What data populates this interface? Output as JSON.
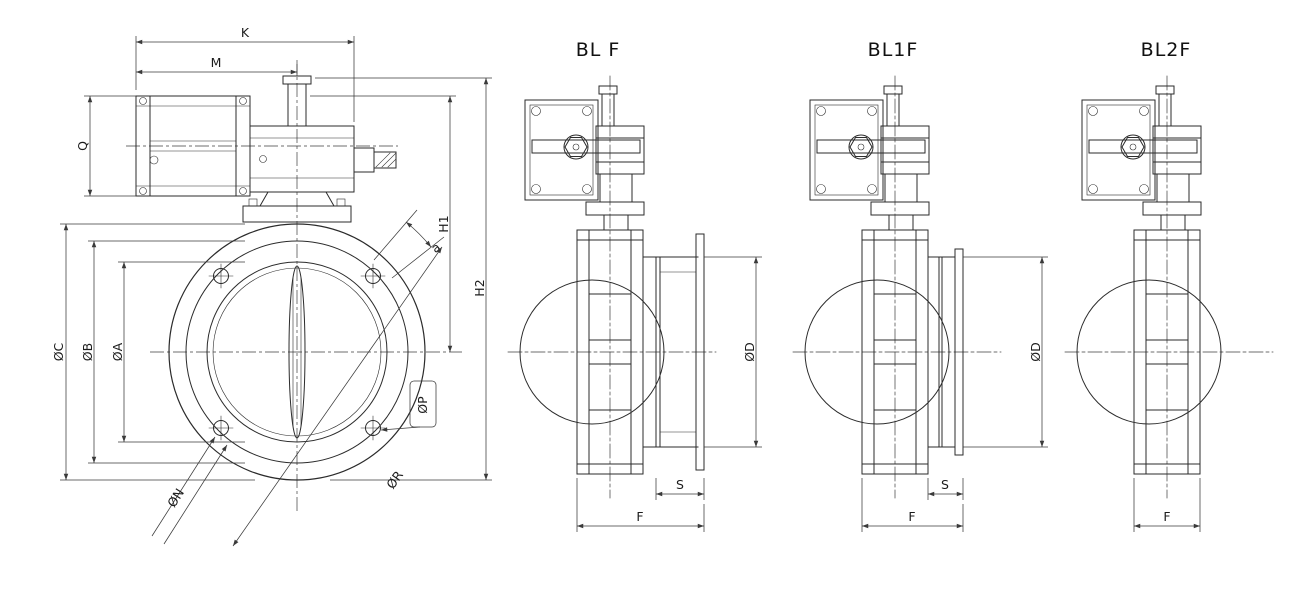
{
  "drawing": {
    "front_view": {
      "dims": {
        "k": "K",
        "m": "M",
        "q": "Q",
        "dia_c": "ØC",
        "dia_b": "ØB",
        "dia_a": "ØA",
        "h1": "H1",
        "h2": "H2",
        "angle_a": "a",
        "dia_p": "ØP",
        "dia_n": "ØN",
        "dia_r": "ØR"
      }
    },
    "side_views": [
      {
        "title": "BL F",
        "dims": {
          "dia_d": "ØD",
          "s": "S",
          "f": "F"
        }
      },
      {
        "title": "BL1F",
        "dims": {
          "dia_d": "ØD",
          "s": "S",
          "f": "F"
        }
      },
      {
        "title": "BL2F",
        "dims": {
          "f": "F"
        }
      }
    ],
    "colors": {
      "line": "#2b2b2b",
      "dimension": "#3a3a3a",
      "background": "#ffffff"
    }
  }
}
